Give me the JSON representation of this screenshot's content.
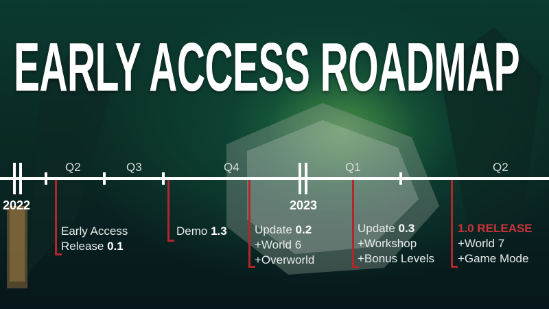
{
  "title": "EARLY ACCESS ROADMAP",
  "years": [
    "2022",
    "2023"
  ],
  "quarters": [
    "Q2",
    "Q3",
    "Q4",
    "Q1",
    "Q2"
  ],
  "milestones": [
    {
      "line1_prefix": "Early Access",
      "line2_prefix": "Release ",
      "line2_bold": "0.1"
    },
    {
      "prefix": "Demo ",
      "bold": "1.3"
    },
    {
      "prefix": "Update ",
      "bold": "0.2",
      "items": [
        "+World 6",
        "+Overworld"
      ]
    },
    {
      "prefix": "Update ",
      "bold": "0.3",
      "items": [
        "+Workshop",
        "+Bonus Levels"
      ]
    },
    {
      "title": "1.0 RELEASE",
      "items": [
        "+World 7",
        "+Game Mode"
      ]
    }
  ],
  "colors": {
    "accent": "#b3262a",
    "release": "#c9343a",
    "timeline": "#ffffff",
    "background": "#0a2a24"
  }
}
